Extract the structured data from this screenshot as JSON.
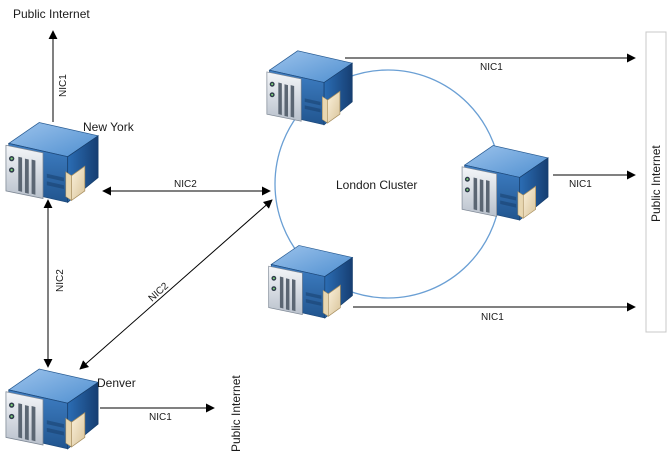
{
  "diagram": {
    "labels": {
      "public_internet_top": "Public Internet",
      "public_internet_right": "Public Internet",
      "public_internet_denver": "Public Internet",
      "new_york": "New York",
      "denver": "Denver",
      "london_cluster": "London Cluster"
    },
    "links": {
      "ny_up": "NIC1",
      "ny_london": "NIC2",
      "ny_denver": "NIC2",
      "denver_london": "NIC2",
      "denver_out": "NIC1",
      "london_top_out": "NIC1",
      "london_right_out": "NIC1",
      "london_bottom_out": "NIC1"
    }
  }
}
